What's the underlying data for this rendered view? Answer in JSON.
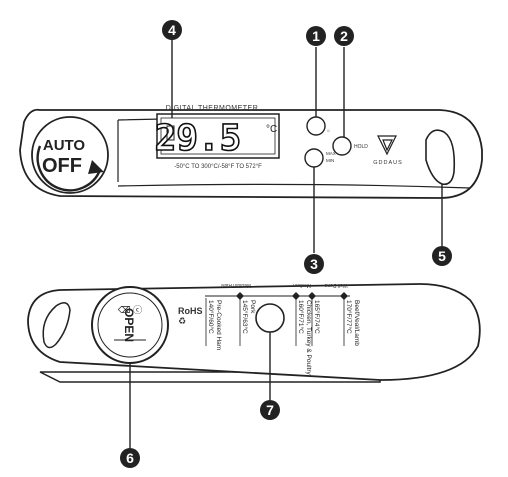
{
  "callouts": [
    {
      "n": "1",
      "target": "power-light-button"
    },
    {
      "n": "2",
      "target": "hold-button"
    },
    {
      "n": "3",
      "target": "max-min-button"
    },
    {
      "n": "4",
      "target": "lcd-display"
    },
    {
      "n": "5",
      "target": "hang-hole"
    },
    {
      "n": "6",
      "target": "battery-cover"
    },
    {
      "n": "7",
      "target": "magnet"
    }
  ],
  "front": {
    "display_title": "DIGITAL THERMOMETER",
    "reading": "29.5",
    "unit": "°C",
    "range_text": "-50°C  TO 300°C/-58°F  TO 572°F",
    "auto_off_line1": "AUTO",
    "auto_off_line2": "OFF",
    "hold_label": "HOLD",
    "maxmin_label": "MAX\nMIN",
    "brand": "GDDAUS"
  },
  "back": {
    "open_label": "OPEN",
    "rohs": "RoHS",
    "doneness_headers": [
      "Medium Rare",
      "Medium",
      "Well Done"
    ],
    "guide": [
      {
        "meat": "Pre-Cooked Ham",
        "temp": "140°F/60°C"
      },
      {
        "meat": "Pork",
        "temp": "145°F/63°C"
      },
      {
        "meat": "Chicken, Turkey & Poultry",
        "temp": "160°F/71°C"
      },
      {
        "meat": "",
        "temp": "165°F/74°C"
      },
      {
        "meat": "Beef/Veal/Lamb",
        "temp": "170°F/77°C"
      }
    ]
  }
}
